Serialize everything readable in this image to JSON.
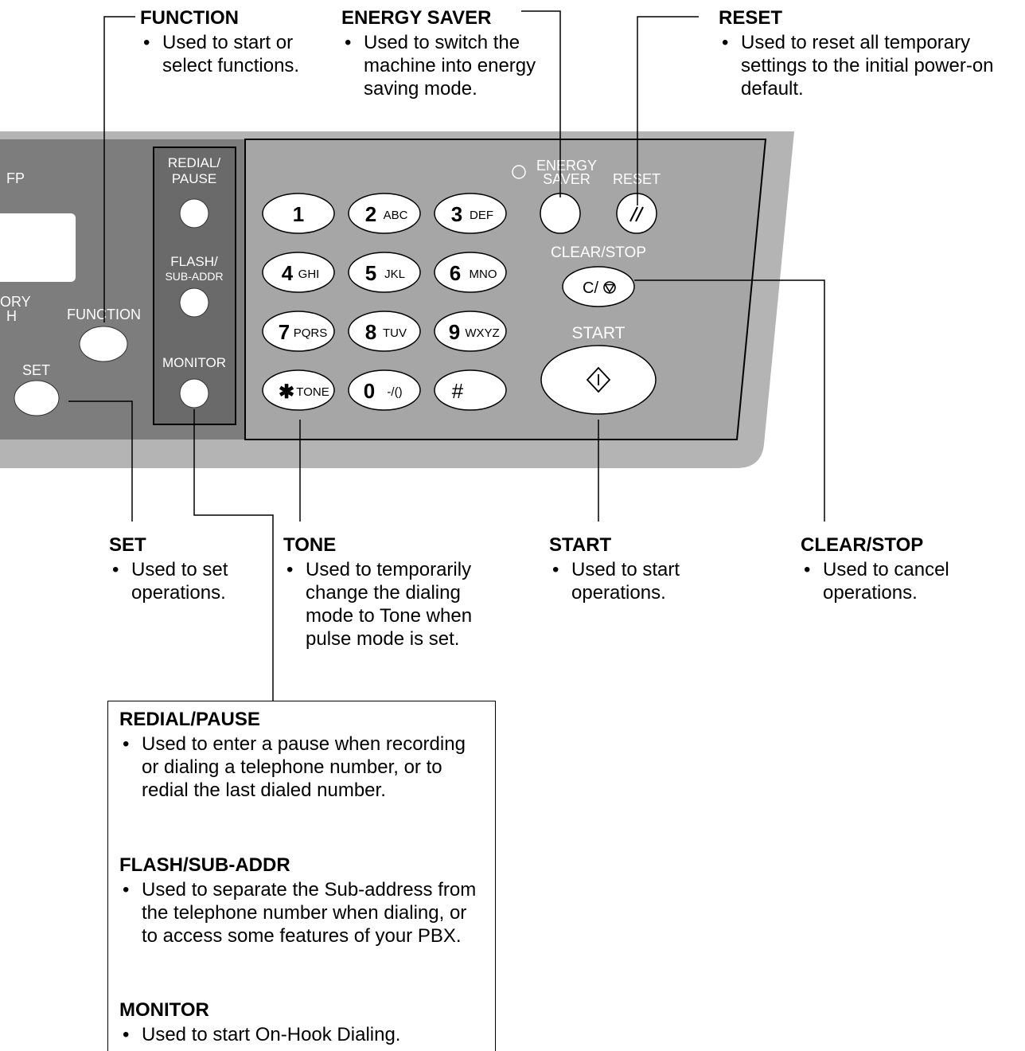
{
  "callouts": {
    "function": {
      "title": "FUNCTION",
      "desc": "Used to start or select functions."
    },
    "energy_saver": {
      "title": "ENERGY SAVER",
      "desc": "Used to switch the machine into energy saving mode."
    },
    "reset": {
      "title": "RESET",
      "desc": "Used to reset all temporary settings to the initial power-on default."
    },
    "set": {
      "title": "SET",
      "desc": "Used to set operations."
    },
    "tone": {
      "title": "TONE",
      "desc": "Used to temporarily change the dialing mode to Tone when pulse mode is set."
    },
    "start": {
      "title": "START",
      "desc": "Used to start operations."
    },
    "clear_stop": {
      "title": "CLEAR/STOP",
      "desc": "Used to cancel operations."
    }
  },
  "info_box": {
    "redial_pause": {
      "title": "REDIAL/PAUSE",
      "desc": "Used to enter a pause when recording or dialing a telephone number, or to redial the last dialed number."
    },
    "flash_sub_addr": {
      "title": "FLASH/SUB-ADDR",
      "desc": "Used to separate the Sub-address from the telephone number when dialing, or to access some features of your PBX."
    },
    "monitor": {
      "title": "MONITOR",
      "desc": "Used to start On-Hook Dialing."
    }
  },
  "panel": {
    "left_labels": {
      "fp": "FP",
      "ory": "ORY",
      "h": "H",
      "function": "FUNCTION",
      "set": "SET"
    },
    "side_buttons": {
      "redial_line1": "REDIAL/",
      "redial_line2": "PAUSE",
      "flash_line1": "FLASH/",
      "flash_line2": "SUB-ADDR",
      "monitor": "MONITOR"
    },
    "energy_line1": "ENERGY",
    "energy_line2": "SAVER",
    "reset_label": "RESET",
    "clear_stop_label": "CLEAR/STOP",
    "clear_stop_key": "C/",
    "start_label": "START",
    "keypad": [
      {
        "digit": "1",
        "letters": ""
      },
      {
        "digit": "2",
        "letters": "ABC"
      },
      {
        "digit": "3",
        "letters": "DEF"
      },
      {
        "digit": "4",
        "letters": "GHI"
      },
      {
        "digit": "5",
        "letters": "JKL"
      },
      {
        "digit": "6",
        "letters": "MNO"
      },
      {
        "digit": "7",
        "letters": "PQRS"
      },
      {
        "digit": "8",
        "letters": "TUV"
      },
      {
        "digit": "9",
        "letters": "WXYZ"
      },
      {
        "digit": "✱",
        "letters": "TONE"
      },
      {
        "digit": "0",
        "letters": "-/()"
      },
      {
        "digit": "#",
        "letters": ""
      }
    ]
  }
}
